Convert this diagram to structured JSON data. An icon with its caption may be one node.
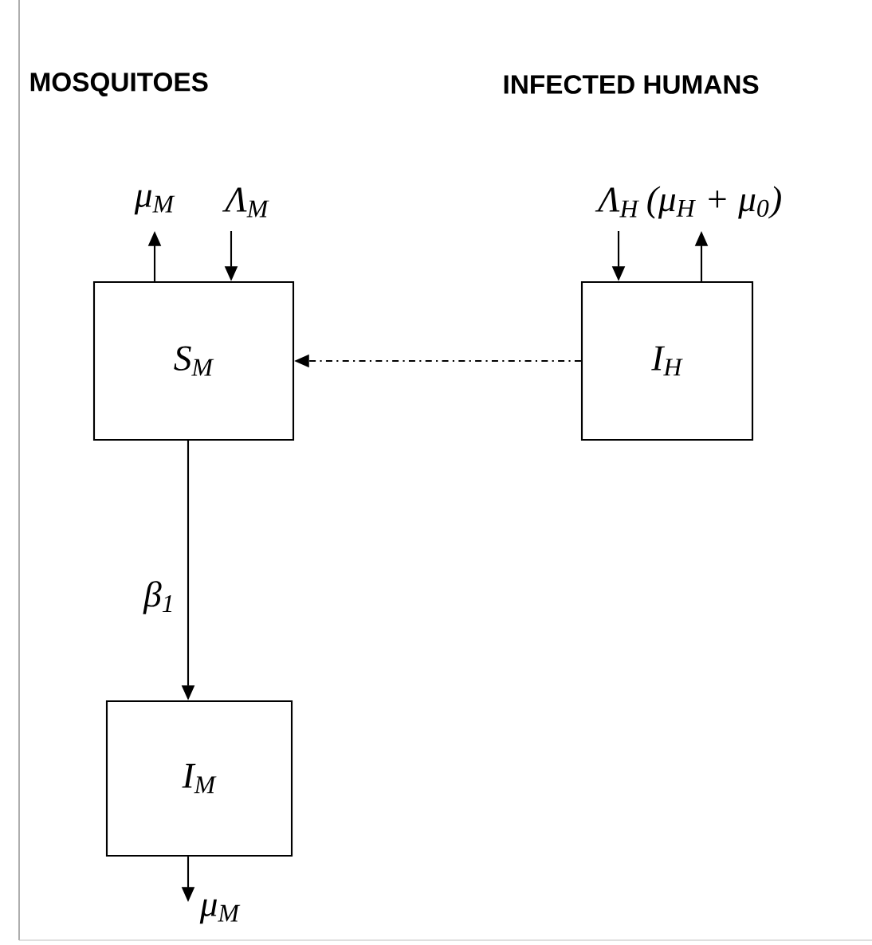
{
  "diagram": {
    "nodes": [
      {
        "text": [
          "S$_{M}$"
        ]
      },
      {
        "text": [
          "I$_{M}$"
        ]
      },
      {
        "text": [
          "I$_{H}$"
        ]
      }
    ],
    "edges": [
      {
        "from": 0,
        "to": null,
        "arrow": "to",
        "label": "μ$_{M}$"
      },
      {
        "from": null,
        "to": 0,
        "arrow": "to",
        "label": "Λ$_{M}$"
      },
      {
        "from": 2,
        "to": 0,
        "arrow": "to",
        "style": "dashed"
      },
      {
        "from": null,
        "to": 2,
        "arrow": "to",
        "label": "Λ$_{H}$"
      },
      {
        "from": 2,
        "to": null,
        "arrow": "to",
        "label": "(μ$_{H}$ + μ$_{0}$)"
      },
      {
        "from": 0,
        "to": 1,
        "arrow": "to",
        "label": "β$_{1}$"
      },
      {
        "from": 1,
        "to": null,
        "arrow": "to",
        "label": "μ$_{M}$"
      }
    ],
    "labels": [
      "MOSQUITOES",
      "INFECTED HUMANS"
    ]
  }
}
